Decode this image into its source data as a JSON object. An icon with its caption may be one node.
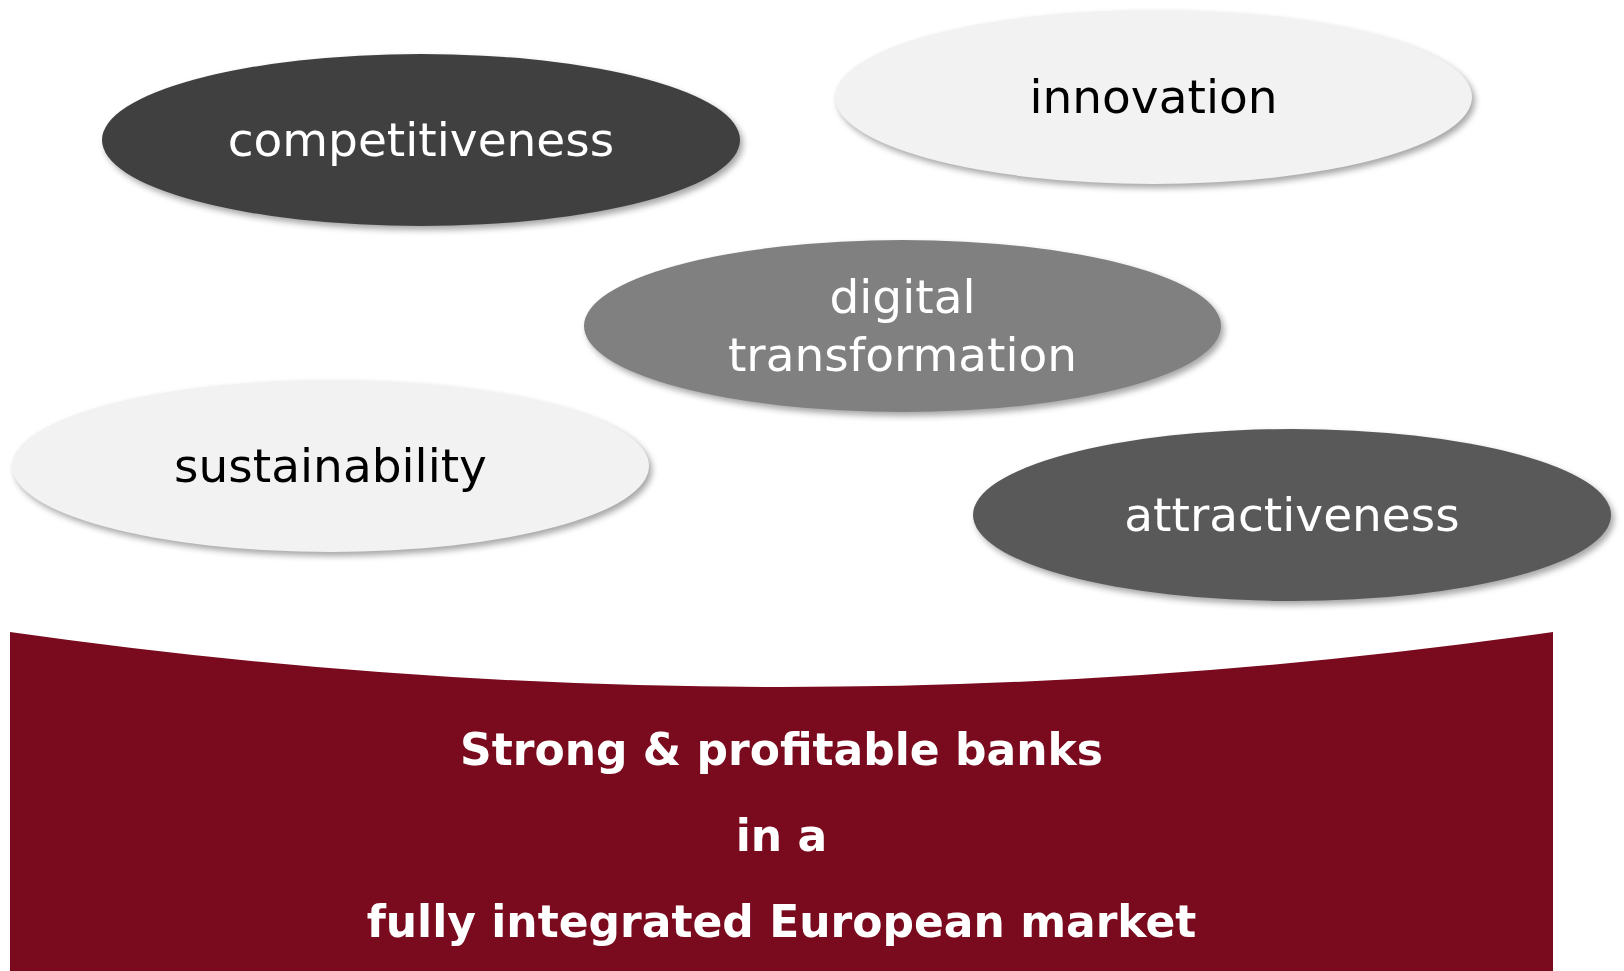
{
  "diagram": {
    "nodes": [
      {
        "text": [
          "competitiveness"
        ]
      },
      {
        "text": [
          "innovation"
        ]
      },
      {
        "text": [
          "digital transformation"
        ]
      },
      {
        "text": [
          "sustainability"
        ]
      },
      {
        "text": [
          "attractiveness"
        ]
      },
      {
        "text": [
          "Strong & profitable banks",
          "in a",
          "fully integrated European market"
        ]
      }
    ]
  }
}
